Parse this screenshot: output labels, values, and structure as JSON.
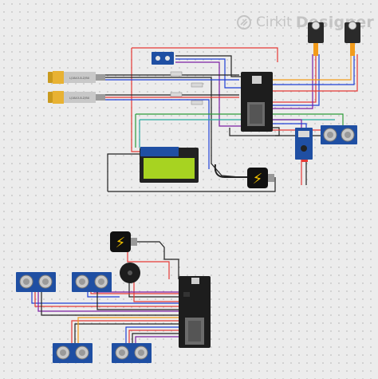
{
  "brand": {
    "name": "Cirkit",
    "product": "Designer",
    "color": "#c4c4c4"
  },
  "components": {
    "proximity_sensor_label": "LJ18A3-8-Z/BX",
    "power_icon": "lightning-bolt-icon"
  },
  "wire_colors": {
    "red": "#e53935",
    "black": "#222222",
    "blue": "#1e3fd6",
    "purple": "#7b1fa2",
    "green": "#2e9b3a",
    "teal": "#2aa8a0",
    "orange": "#f29b1a",
    "brown": "#8d5524"
  }
}
